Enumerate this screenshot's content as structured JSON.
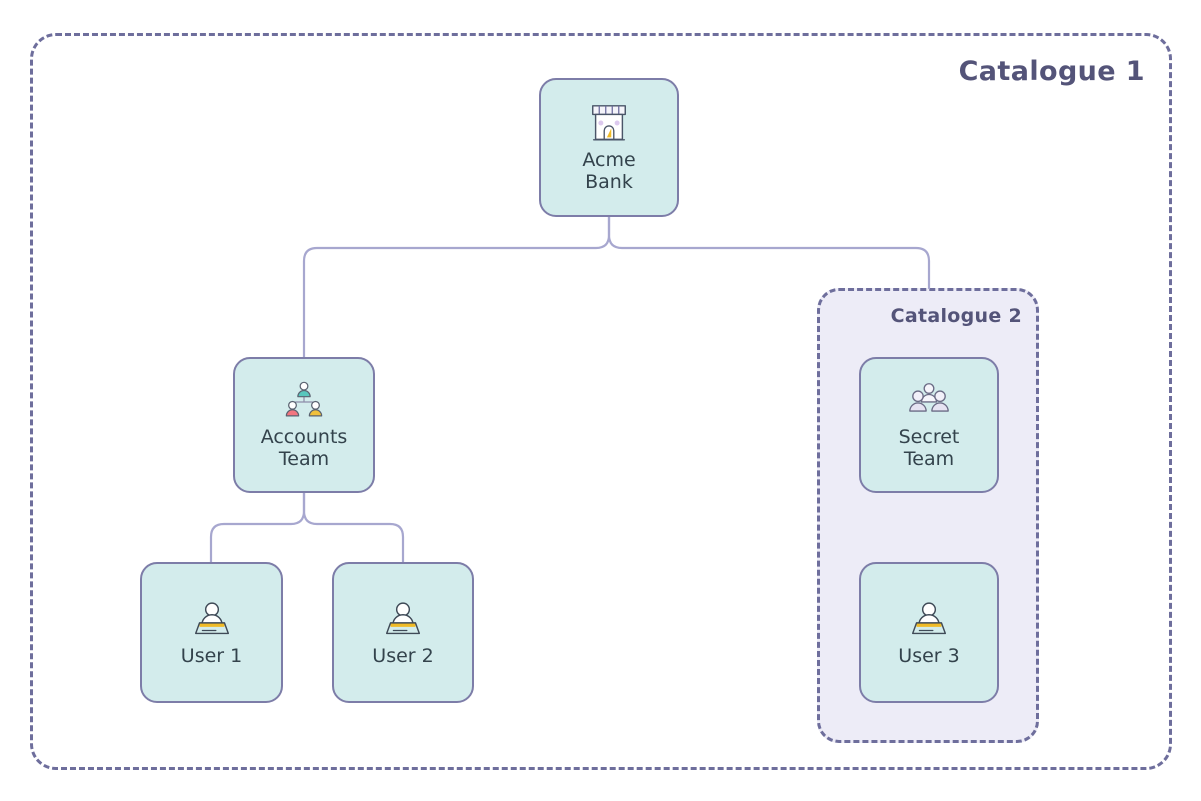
{
  "diagram": {
    "background_color": "#ffffff",
    "node_fill": "#d3ecec",
    "node_border": "#7d7da8",
    "edge_color": "#a7a7cf",
    "container_border": "#6e6e9c",
    "container_fill": "#edecf7",
    "title_color": "#545479",
    "label_color": "#33434c"
  },
  "containers": {
    "outer": {
      "title": "Catalogue 1",
      "name": "catalogue-1"
    },
    "inner": {
      "title": "Catalogue 2",
      "name": "catalogue-2"
    }
  },
  "nodes": {
    "acme_bank": {
      "label": "Acme\nBank",
      "icon": "shop-icon"
    },
    "accounts_team": {
      "label": "Accounts\nTeam",
      "icon": "org-chart-team-icon"
    },
    "secret_team": {
      "label": "Secret\nTeam",
      "icon": "people-group-icon"
    },
    "user_1": {
      "label": "User 1",
      "icon": "user-laptop-icon"
    },
    "user_2": {
      "label": "User 2",
      "icon": "user-laptop-icon"
    },
    "user_3": {
      "label": "User 3",
      "icon": "user-laptop-icon"
    }
  },
  "edges": [
    {
      "from": "acme_bank",
      "to": "accounts_team"
    },
    {
      "from": "acme_bank",
      "to": "catalogue_2"
    },
    {
      "from": "accounts_team",
      "to": "user_1"
    },
    {
      "from": "accounts_team",
      "to": "user_2"
    }
  ]
}
